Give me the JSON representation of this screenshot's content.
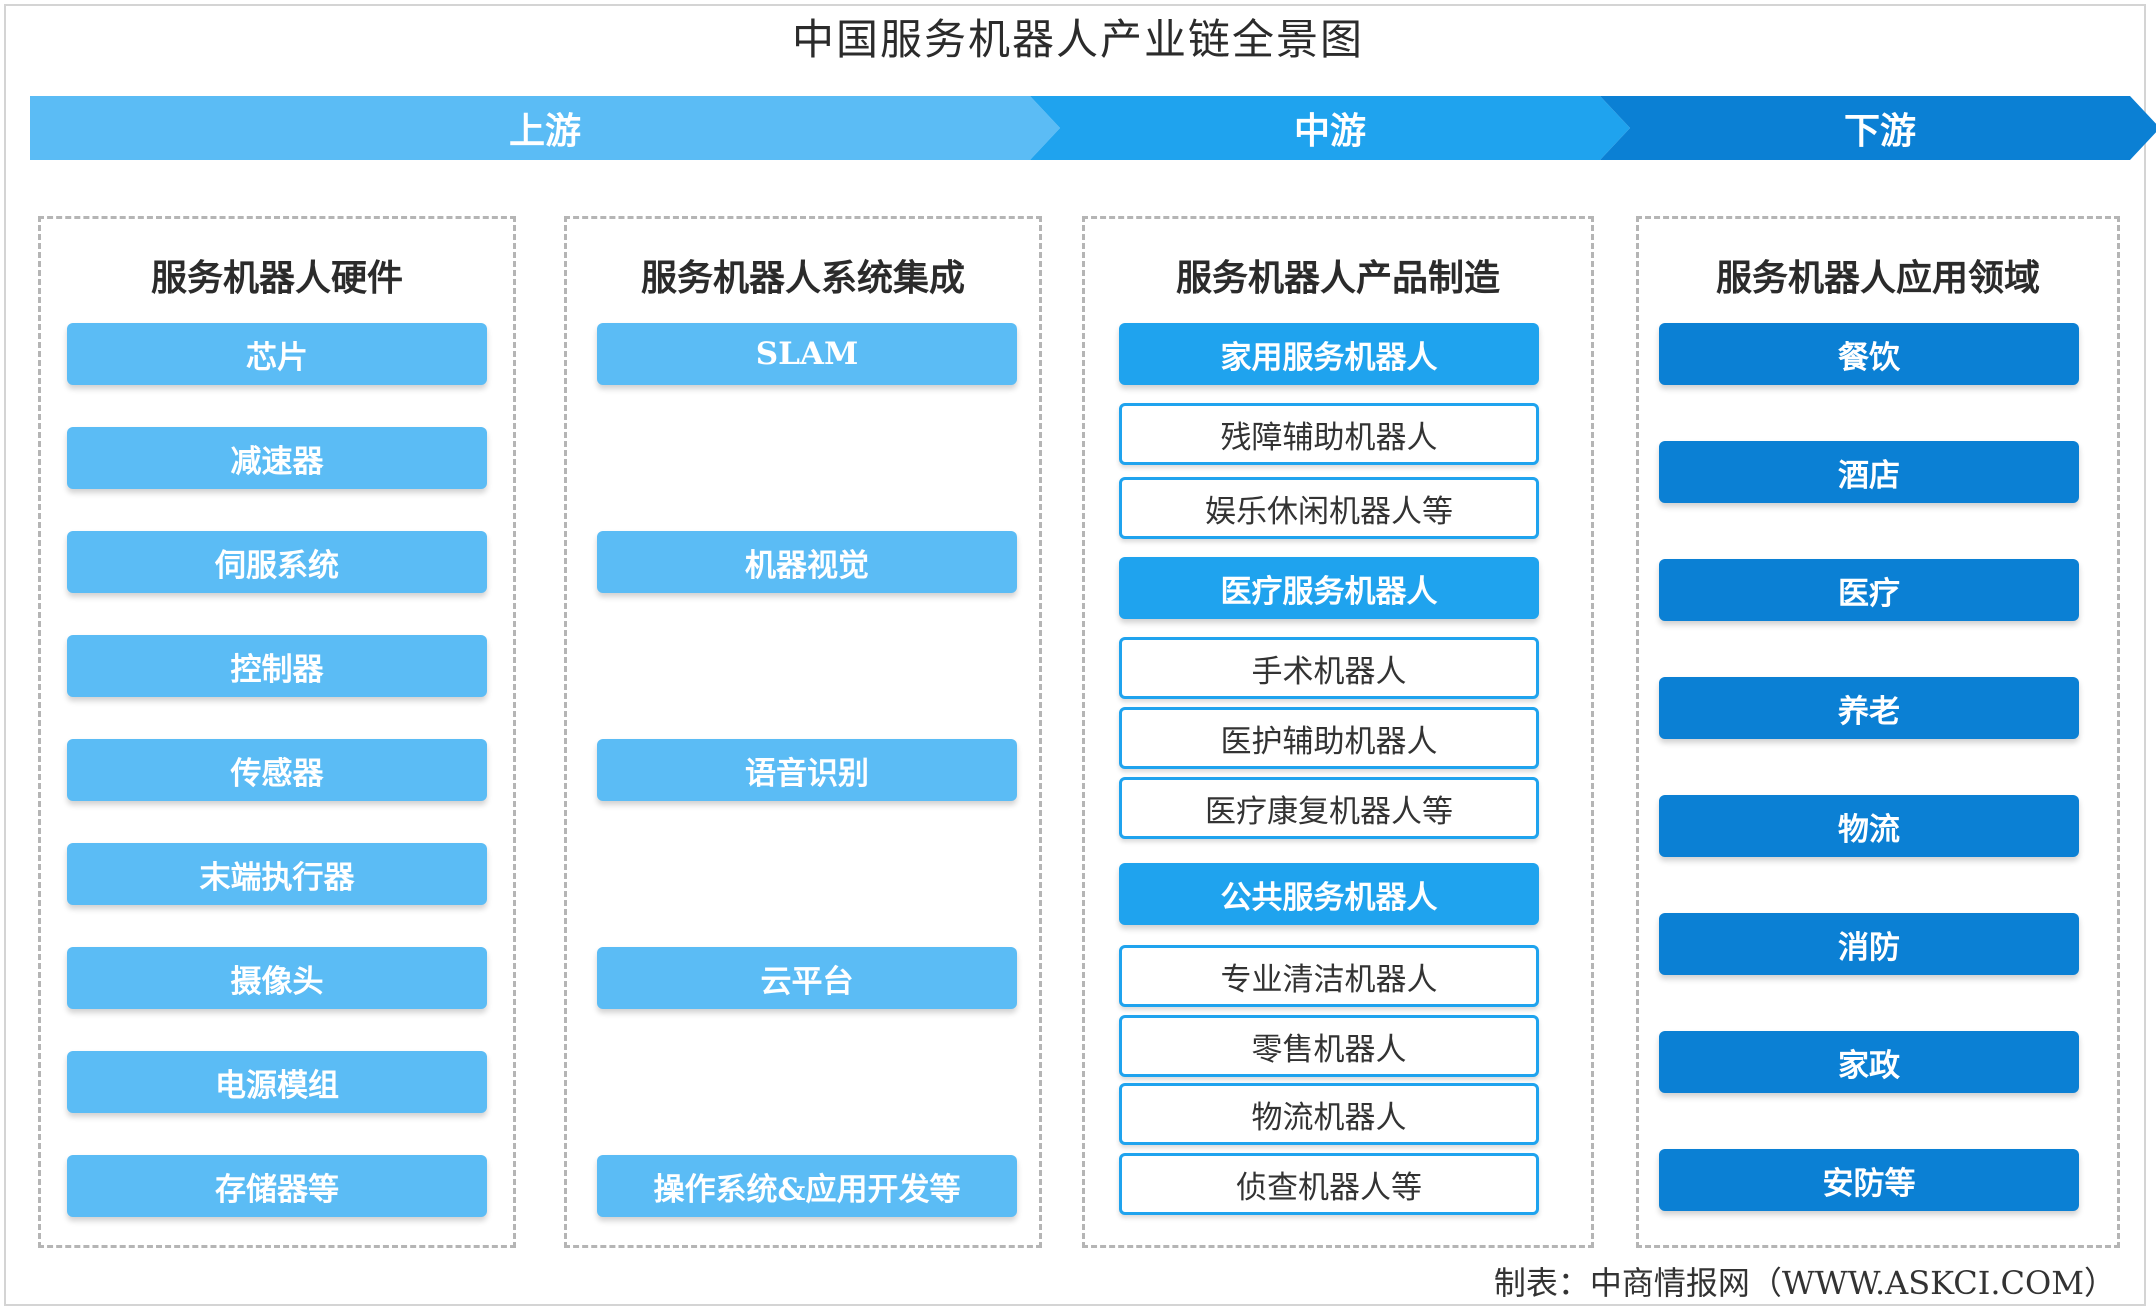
{
  "title": "中国服务机器人产业链全景图",
  "stages": [
    "上游",
    "中游",
    "下游"
  ],
  "columns": [
    {
      "title": "服务机器人硬件",
      "items": [
        "芯片",
        "减速器",
        "伺服系统",
        "控制器",
        "传感器",
        "末端执行器",
        "摄像头",
        "电源模组",
        "存储器等"
      ]
    },
    {
      "title": "服务机器人系统集成",
      "items": [
        "SLAM",
        "机器视觉",
        "语音识别",
        "云平台",
        "操作系统&应用开发等"
      ]
    },
    {
      "title": "服务机器人产品制造",
      "groups": [
        {
          "header": "家用服务机器人",
          "items": [
            "残障辅助机器人",
            "娱乐休闲机器人等"
          ]
        },
        {
          "header": "医疗服务机器人",
          "items": [
            "手术机器人",
            "医护辅助机器人",
            "医疗康复机器人等"
          ]
        },
        {
          "header": "公共服务机器人",
          "items": [
            "专业清洁机器人",
            "零售机器人",
            "物流机器人",
            "侦查机器人等"
          ]
        }
      ]
    },
    {
      "title": "服务机器人应用领域",
      "items": [
        "餐饮",
        "酒店",
        "医疗",
        "养老",
        "物流",
        "消防",
        "家政",
        "安防等"
      ]
    }
  ],
  "source": "制表：中商情报网（WWW.ASKCI.COM）",
  "colors": {
    "upstream": "#5bbcf5",
    "midstream": "#1fa3ee",
    "downstream": "#0b80d4"
  }
}
